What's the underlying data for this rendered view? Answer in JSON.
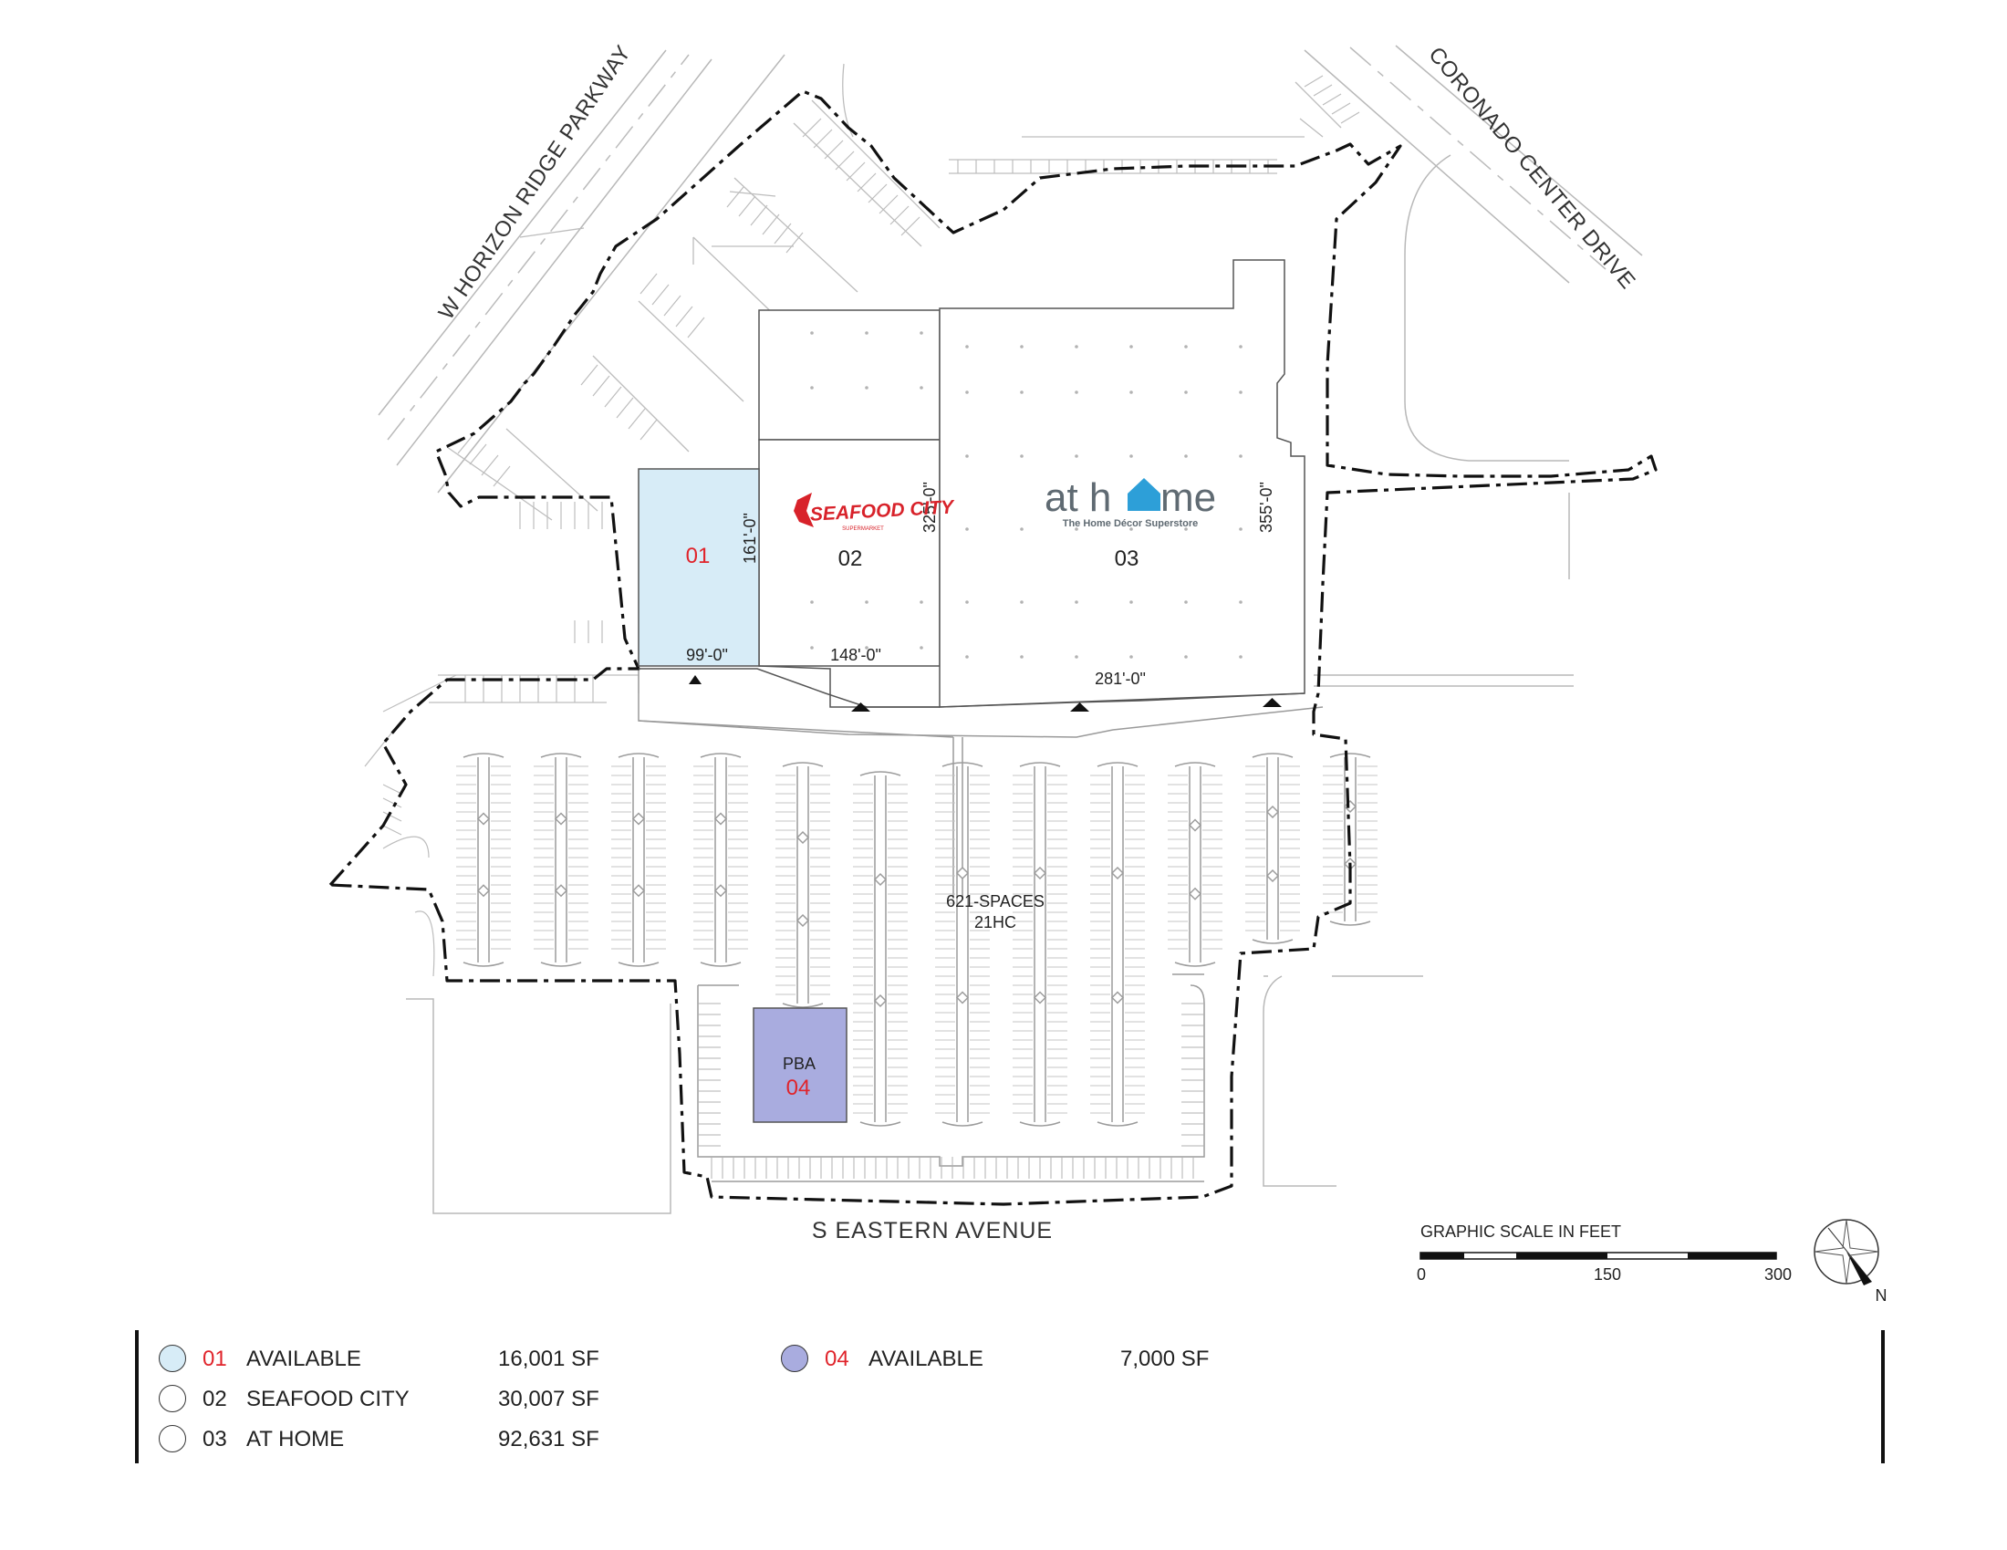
{
  "streets": {
    "horizon": "W HORIZON RIDGE PARKWAY",
    "coronado": "CORONADO CENTER DRIVE",
    "eastern": "S EASTERN AVENUE"
  },
  "units": [
    {
      "id": "01",
      "label": "01",
      "color": "#d7ecf7"
    },
    {
      "id": "02",
      "label": "02"
    },
    {
      "id": "03",
      "label": "03"
    },
    {
      "id": "04",
      "label": "04",
      "pba_label": "PBA",
      "color": "#a9acdf"
    }
  ],
  "dimensions": {
    "u01_depth": "161'-0\"",
    "u01_width": "99'-0\"",
    "u02_depth": "325'-0\"",
    "u02_width": "148'-0\"",
    "u03_depth": "355'-0\"",
    "u03_width": "281'-0\""
  },
  "parking": {
    "spaces": "621-SPACES",
    "hc": "21HC"
  },
  "logos": {
    "seafood_city": "SEAFOOD CITY",
    "seafood_city_sub": "SUPERMARKET",
    "at_home_a": "at h",
    "at_home_b": "me",
    "at_home_tagline": "The Home Décor Superstore"
  },
  "scale": {
    "title": "GRAPHIC SCALE IN FEET",
    "ticks": [
      "0",
      "150",
      "300"
    ]
  },
  "north": "N",
  "legend": [
    {
      "num": "01",
      "name": "AVAILABLE",
      "sf": "16,001 SF",
      "color": "#d7ecf7",
      "red": true
    },
    {
      "num": "02",
      "name": "SEAFOOD CITY",
      "sf": "30,007 SF",
      "color": "#ffffff",
      "red": false
    },
    {
      "num": "03",
      "name": "AT HOME",
      "sf": "92,631 SF",
      "color": "#ffffff",
      "red": false
    },
    {
      "num": "04",
      "name": "AVAILABLE",
      "sf": "7,000 SF",
      "color": "#a9acdf",
      "red": true
    }
  ],
  "colors": {
    "unit01": "#d7ecf7",
    "unit04": "#a9acdf",
    "accent_red": "#e0242b"
  }
}
